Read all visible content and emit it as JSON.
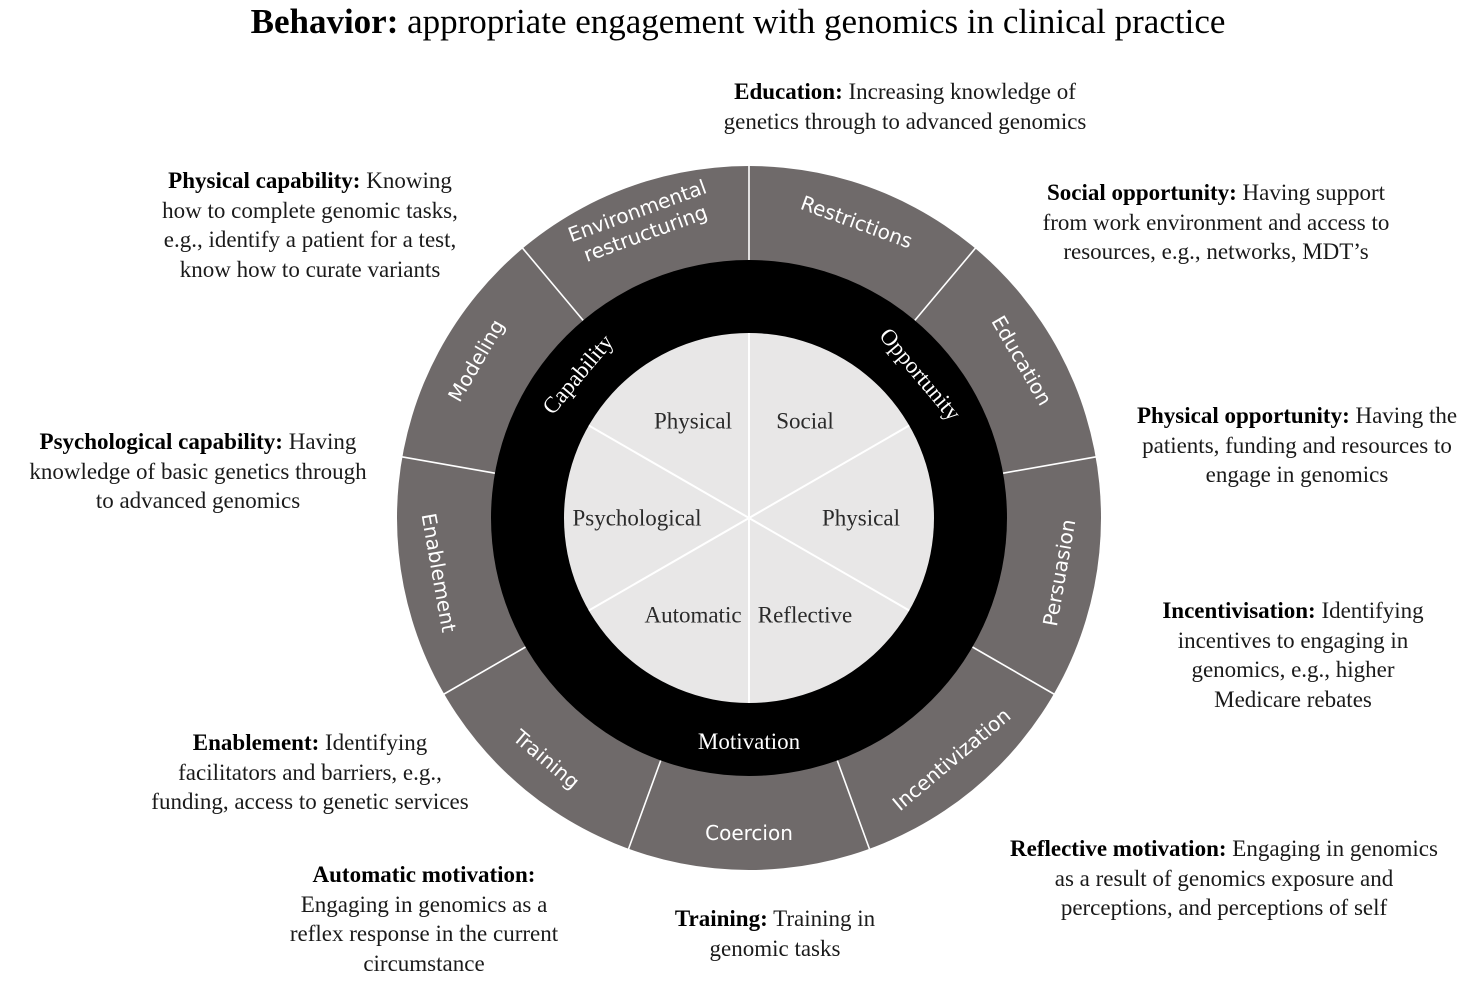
{
  "title": {
    "bold": "Behavior:",
    "rest": " appropriate engagement with genomics in clinical practice"
  },
  "colors": {
    "outer_ring": "#6f6a6a",
    "middle_ring": "#000000",
    "inner_disc": "#e8e7e7",
    "divider": "#ffffff"
  },
  "interventions": [
    "Restrictions",
    "Education",
    "Persuasion",
    "Incentivization",
    "Coercion",
    "Training",
    "Enablement",
    "Modeling",
    [
      "Environmental",
      "restructuring"
    ]
  ],
  "sources": [
    "Capability",
    "Opportunity",
    "Motivation"
  ],
  "components": [
    "Physical",
    "Social",
    "Physical",
    "Reflective",
    "Automatic",
    "Psychological"
  ],
  "notes": {
    "education": {
      "heading": "Education:",
      "line1_rest": " Increasing knowledge of",
      "line2": "genetics through to advanced genomics"
    },
    "physical_capability": {
      "heading": "Physical capability:",
      "line1_rest": " Knowing",
      "line2": "how to complete genomic tasks,",
      "line3": "e.g., identify a patient for a test,",
      "line4": "know how to curate variants"
    },
    "social_opportunity": {
      "heading": "Social opportunity:",
      "line1_rest": " Having support",
      "line2": "from work environment and access to",
      "line3": "resources, e.g., networks, MDT’s"
    },
    "physical_opportunity": {
      "heading": "Physical opportunity:",
      "line1_rest": " Having the",
      "line2": "patients, funding and resources to",
      "line3": "engage in genomics"
    },
    "psychological_capability": {
      "heading": "Psychological capability:",
      "line1_rest": " Having",
      "line2": "knowledge of basic genetics through",
      "line3": "to advanced genomics"
    },
    "incentivisation": {
      "heading": "Incentivisation:",
      "line1_rest": " Identifying",
      "line2": "incentives to engaging in",
      "line3": "genomics, e.g., higher",
      "line4": "Medicare rebates"
    },
    "enablement": {
      "heading": "Enablement:",
      "line1_rest": " Identifying",
      "line2": "facilitators and barriers, e.g.,",
      "line3": "funding, access to genetic services"
    },
    "reflective_motivation": {
      "heading": "Reflective motivation:",
      "line1_rest": " Engaging in genomics",
      "line2": "as a result of genomics exposure and",
      "line3": "perceptions, and perceptions of self"
    },
    "automatic_motivation": {
      "heading": "Automatic motivation:",
      "line2": "Engaging in genomics as a",
      "line3": "reflex response in the current",
      "line4": "circumstance"
    },
    "training": {
      "heading": "Training:",
      "line1_rest": " Training in",
      "line2": "genomic tasks"
    }
  }
}
